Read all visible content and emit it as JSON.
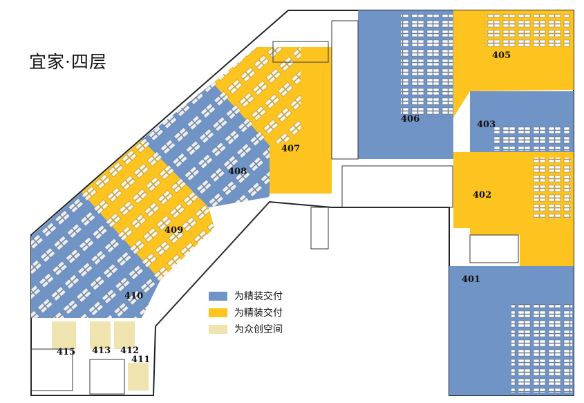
{
  "title": "宜家·四层",
  "colors": {
    "blue": "#7094c6",
    "yellow": "#fdc420",
    "beige": "#efe3b0",
    "wall": "#222222"
  },
  "rooms": [
    {
      "id": "401",
      "type": "blue"
    },
    {
      "id": "402",
      "type": "yellow"
    },
    {
      "id": "403",
      "type": "blue"
    },
    {
      "id": "405",
      "type": "yellow"
    },
    {
      "id": "406",
      "type": "blue"
    },
    {
      "id": "407",
      "type": "yellow"
    },
    {
      "id": "408",
      "type": "blue"
    },
    {
      "id": "409",
      "type": "yellow"
    },
    {
      "id": "410",
      "type": "blue"
    },
    {
      "id": "411",
      "type": "beige"
    },
    {
      "id": "412",
      "type": "beige"
    },
    {
      "id": "413",
      "type": "beige"
    },
    {
      "id": "415",
      "type": "beige"
    }
  ],
  "legend": [
    {
      "label": "为精装交付",
      "color": "#7094c6"
    },
    {
      "label": "为精装交付",
      "color": "#fdc420"
    },
    {
      "label": "为众创空间",
      "color": "#efe3b0"
    }
  ]
}
